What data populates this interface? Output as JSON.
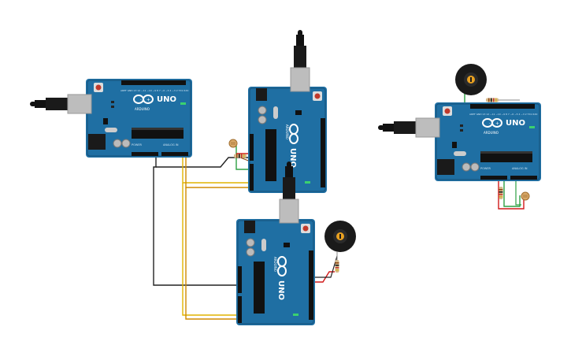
{
  "boards": [
    {
      "id": "board-1",
      "brand": "UNO",
      "logo": "ARDUINO"
    },
    {
      "id": "board-2",
      "brand": "UNO",
      "logo": "ARDUINO"
    },
    {
      "id": "board-3",
      "brand": "UNO",
      "logo": "ARDUINO"
    },
    {
      "id": "board-4",
      "brand": "UNO",
      "logo": "ARDUINO"
    }
  ],
  "colors": {
    "board": "#1f6fa3",
    "board_dark": "#15507a",
    "usb": "#b9b9b9",
    "wire_black": "#222222",
    "wire_yellow": "#e0b400",
    "wire_orange": "#d08a00",
    "wire_green": "#2ea043",
    "wire_red": "#d11a1a",
    "buzzer": "#1a1a1a"
  },
  "icons": [
    "usb-plug-icon",
    "buzzer-icon",
    "photoresistor-icon",
    "resistor-icon",
    "infinity-logo-icon"
  ]
}
